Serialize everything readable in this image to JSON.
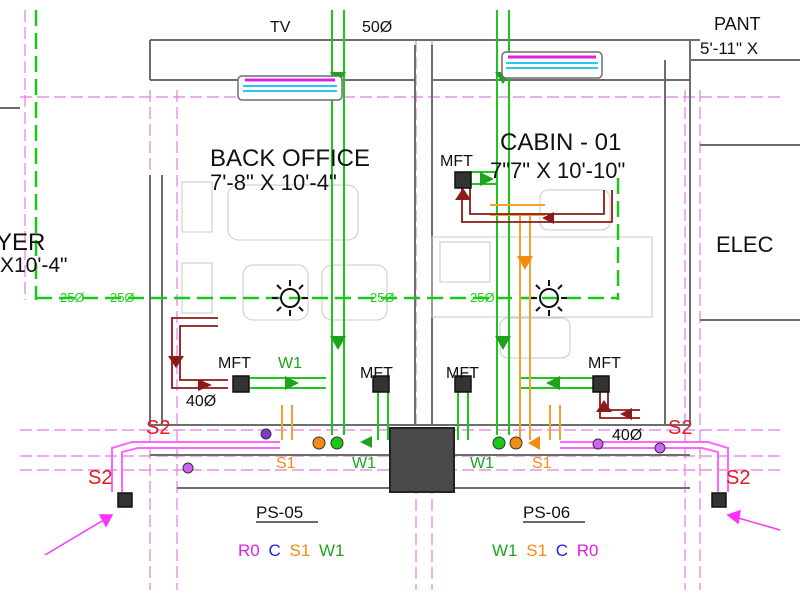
{
  "colors": {
    "background": "#ffffff",
    "wall": "#6d6d6d",
    "dashed_grid": "#e37be3",
    "green_pipe": "#19c819",
    "orange_pipe": "#f5a030",
    "red_pipe": "#8b1a1a",
    "magenta_pipe": "#ff66ff",
    "text_red": "#e01b24",
    "text_green": "#1fa31f",
    "text_orange": "#f28c14",
    "text_magenta": "#e020e0",
    "text_blue": "#2222dd",
    "shaft_fill": "#4a4a4a"
  },
  "top_labels": {
    "tv": "TV",
    "pipe_dia_top": "50Ø",
    "pantry": "PANT",
    "pantry_size": "5'-11\" X"
  },
  "rooms": {
    "foyer_name": "YER",
    "foyer_size": "X10'-4\"",
    "back_office_name": "BACK OFFICE",
    "back_office_size": "7'-8\" X 10'-4\"",
    "cabin_name": "CABIN - 01",
    "cabin_size": "7\"7\" X 10'-10\"",
    "elec_name": "ELEC"
  },
  "fixtures": {
    "mft_left": "MFT",
    "mft_mid": "MFT",
    "mft_mid_right": "MFT",
    "mft_right": "MFT",
    "mft_cabin": "MFT"
  },
  "pipe_labels": {
    "w1_top": "W1",
    "dia_left": "40Ø",
    "dia_right": "40Ø",
    "s2_top_left": "S2",
    "s2_bottom_left": "S2",
    "s2_top_right": "S2",
    "s2_bottom_right": "S2",
    "s1_left": "S1",
    "w1_left": "W1",
    "w1_right": "W1",
    "s1_right": "S1",
    "green_dia": "25Ø"
  },
  "shafts": {
    "ps05": "PS-05",
    "ps06": "PS-06",
    "ps05_legend": [
      {
        "text": "R0",
        "color": "magenta"
      },
      {
        "text": "C",
        "color": "blue"
      },
      {
        "text": "S1",
        "color": "orange"
      },
      {
        "text": "W1",
        "color": "green"
      }
    ],
    "ps06_legend": [
      {
        "text": "W1",
        "color": "green"
      },
      {
        "text": "S1",
        "color": "orange"
      },
      {
        "text": "C",
        "color": "blue"
      },
      {
        "text": "R0",
        "color": "magenta"
      }
    ]
  }
}
